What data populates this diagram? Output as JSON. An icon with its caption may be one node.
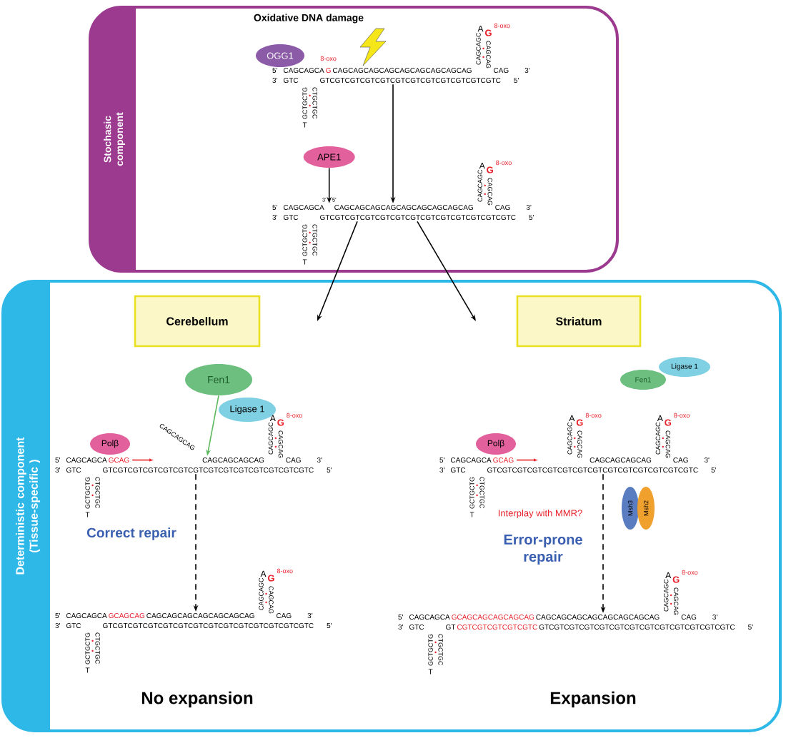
{
  "diagram": {
    "nodes": [
      {
        "text": [
          "Stochasic component"
        ]
      },
      {
        "text": [
          "OGG1"
        ],
        "in": 0
      },
      {
        "text": [
          "5'",
          "CAGCAGCA",
          "G",
          "CAGCAGCAGCAGCAGCAGCAGCAGCAG",
          "CAG",
          "3'",
          "3'",
          "GTC",
          "GTCGTCGTCGTCGTCGTCGTCGTCGTCGTCGTCGTC",
          "5'"
        ],
        "in": 0
      },
      {
        "text": [
          "APE1"
        ],
        "in": 0
      },
      {
        "text": [
          "5'",
          "CAGCAGCA",
          "CAGCAGCAGCAGCAGCAGCAGCAGCAG",
          "CAG",
          "3'",
          "3'",
          "GTC",
          "GTCGTCGTCGTCGTCGTCGTCGTCGTCGTCGTCGTCGTC",
          "5'"
        ],
        "in": 0
      },
      {
        "text": [
          "Deterministic component (Tissue-specific )"
        ]
      },
      {
        "text": [
          "Cerebellum"
        ],
        "in": 5
      },
      {
        "text": [
          "Fen1"
        ],
        "in": 5
      },
      {
        "text": [
          "Ligase 1"
        ],
        "in": 5
      },
      {
        "text": [
          "Polβ"
        ],
        "in": 5
      },
      {
        "text": [
          "5'",
          "CAGCAGCA",
          "GCAG",
          "CAGCAGCAGCAG",
          "CAG",
          "3'",
          "3'",
          "GTC",
          "GTCGTCGTCGTCGTCGTCGTCGTCGTCGTCGTCGTCGTCGTC",
          "5'"
        ],
        "in": 5
      },
      {
        "text": [
          "5'",
          "CAGCAGCA",
          "GCAGCAG",
          "CAGCAGCAGCAGCAGCAGCAG",
          "CAG",
          "3'",
          "3'",
          "GTC",
          "GTCGTCGTCGTCGTCGTCGTCGTCGTCGTCGTCGTCGTCGTC",
          "5'"
        ],
        "in": 5
      },
      {
        "text": [
          "Striatum"
        ],
        "in": 5
      },
      {
        "text": [
          "Fen1"
        ],
        "in": 5
      },
      {
        "text": [
          "Ligase 1"
        ],
        "in": 5
      },
      {
        "text": [
          "Polβ"
        ],
        "in": 5
      },
      {
        "text": [
          "5'",
          "CAGCAGCA",
          "GCAG",
          "CAGCAGCAGCAG",
          "CAG",
          "3'",
          "3'",
          "GTC",
          "GTCGTCGTCGTCGTCGTCGTCGTCGTCGTCGTCGTCGTCGTC",
          "5'"
        ],
        "in": 5
      },
      {
        "text": [
          "Msh3"
        ],
        "in": 5
      },
      {
        "text": [
          "Msh2"
        ],
        "in": 5
      },
      {
        "text": [
          "5'",
          "CAGCAGCA",
          "GCAGCAGCAGCAGCAG",
          "CAGCAGCAGCAGCAGCAGCAGCAG",
          "CAG",
          "3'",
          "3'",
          "GTC",
          "GT",
          "CGTCGTCGTCGTCGTC",
          "GTCGTCGTCGTCGTCGTCGTCGTCGTCGTCGTCGTCGTC",
          "5'"
        ],
        "in": 5
      }
    ],
    "edges": [
      {
        "from": 2,
        "to": 4,
        "arrow": "to"
      },
      {
        "from": 3,
        "to": 4,
        "arrow": "to"
      },
      {
        "from": 4,
        "to": null,
        "arrow": "to"
      },
      {
        "from": 4,
        "to": null,
        "arrow": "to"
      },
      {
        "from": 7,
        "to": 10,
        "arrow": "to",
        "color": "#5cb85c"
      },
      {
        "from": 10,
        "to": 11,
        "arrow": "to",
        "style": "dashed"
      },
      {
        "from": 16,
        "to": 19,
        "arrow": "to",
        "style": "dashed"
      }
    ],
    "labels": [
      "Oxidative DNA damage",
      "8-oxo",
      "CAGCAGC",
      "A",
      "G",
      "CAGCAG",
      "8-oxo",
      "GCTGCTG",
      "T",
      "CTGCTGC",
      "3'",
      "5'",
      "CAGCAGC",
      "A",
      "G",
      "CAGCAG",
      "8-oxo",
      "GCTGCTG",
      "T",
      "CTGCTGC",
      "CAGCAGCAG",
      "CAGCAGC",
      "A",
      "G",
      "CAGCAG",
      "8-oxo",
      "GCTGCTG",
      "T",
      "CTGCTGC",
      "Correct repair",
      "CAGCAGC",
      "A",
      "G",
      "CAGCAG",
      "8-oxo",
      "GCTGCTG",
      "T",
      "CTGCTGC",
      "No expansion",
      "CAGCAGC",
      "A",
      "G",
      "CAGCAG",
      "8-oxo",
      "CAGCAGC",
      "A",
      "G",
      "CAGCAG",
      "8-oxo",
      "GCTGCTG",
      "T",
      "CTGCTGC",
      "Interplay with MMR?",
      "Error-prone repair",
      "CAGCAGC",
      "A",
      "G",
      "CAGCAG",
      "8-oxo",
      "GCTGCTG",
      "T",
      "CTGCTGC",
      "Expansion"
    ]
  }
}
